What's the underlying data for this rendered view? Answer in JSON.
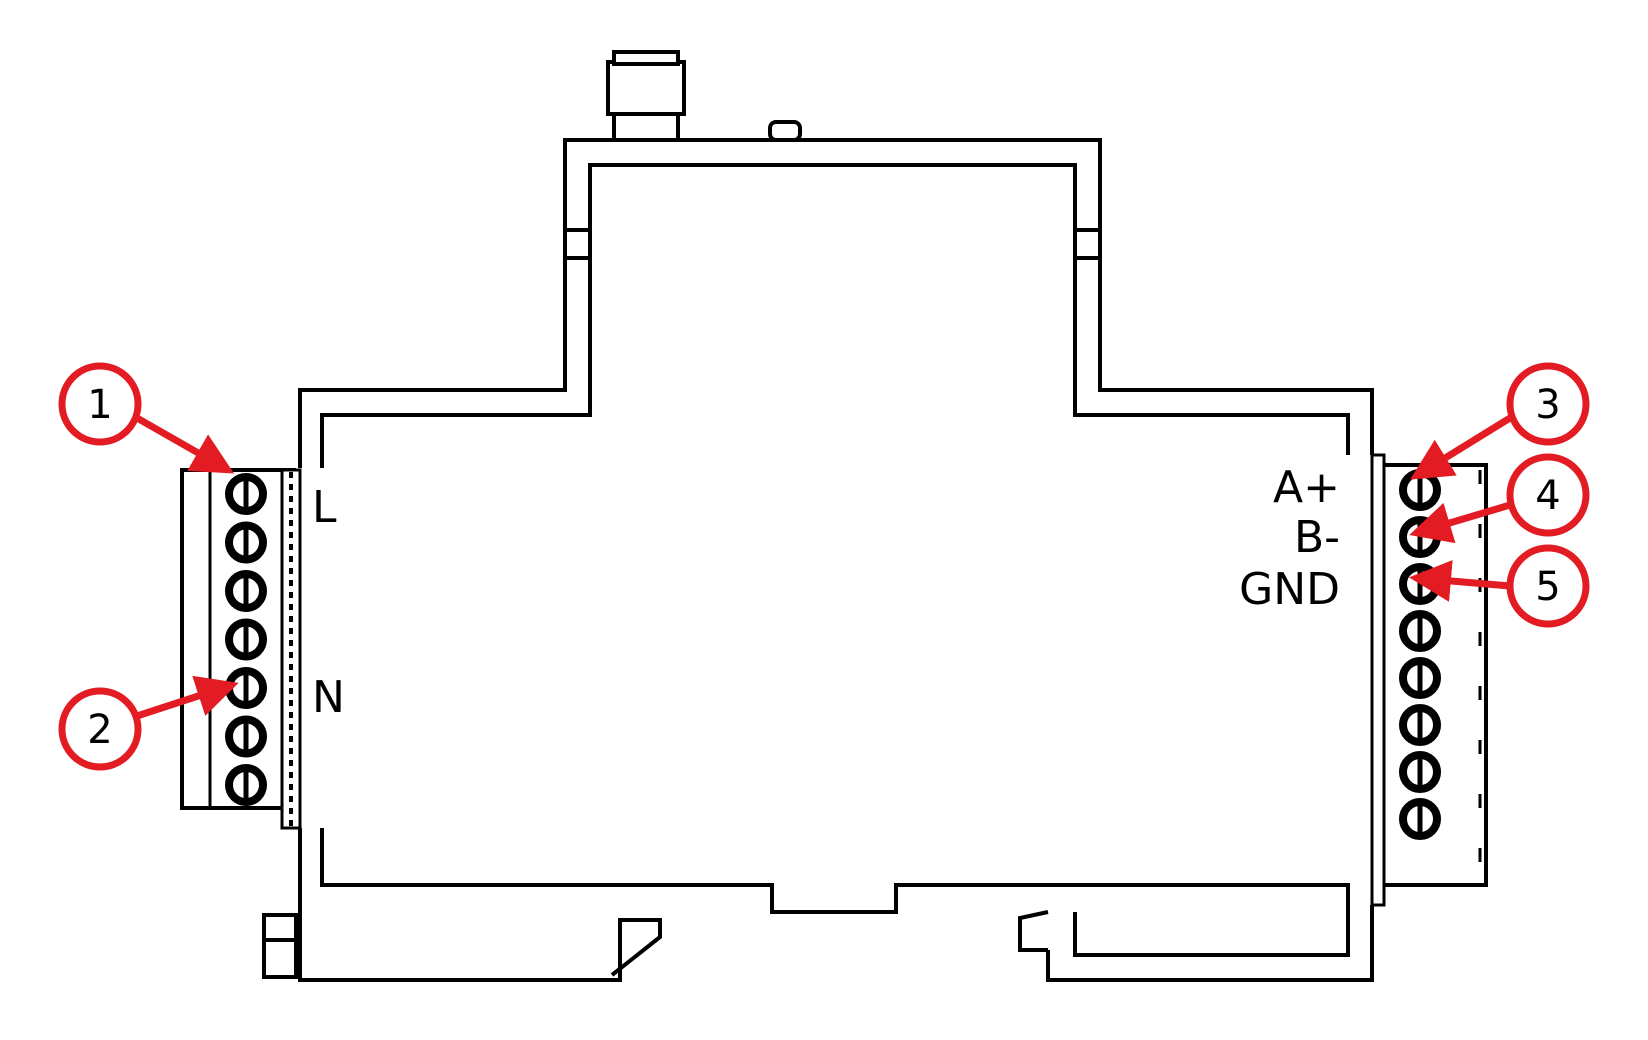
{
  "colors": {
    "outline": "#000000",
    "callout": "#e31b23",
    "background": "#ffffff"
  },
  "terminal_labels": {
    "left_top": "L",
    "left_bottom": "N",
    "right_1": "A+",
    "right_2": "B-",
    "right_3": "GND"
  },
  "callouts": [
    "1",
    "2",
    "3",
    "4",
    "5"
  ],
  "left_terminal_count": 7,
  "right_terminal_count": 8
}
